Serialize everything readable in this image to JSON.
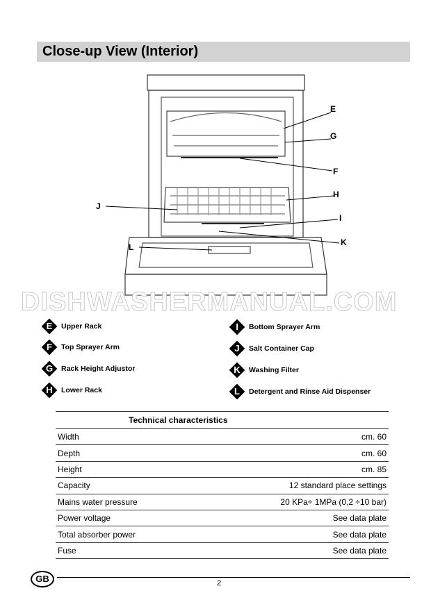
{
  "title": "Close-up View (Interior)",
  "watermark": "DISHWASHERMANUAL.COM",
  "callouts": [
    "E",
    "G",
    "F",
    "H",
    "I",
    "J",
    "K",
    "L"
  ],
  "legend_left": [
    {
      "letter": "E",
      "label": "Upper Rack"
    },
    {
      "letter": "F",
      "label": "Top Sprayer Arm"
    },
    {
      "letter": "G",
      "label": "Rack Height Adjustor"
    },
    {
      "letter": "H",
      "label": "Lower Rack"
    }
  ],
  "legend_right": [
    {
      "letter": "I",
      "label": "Bottom Sprayer Arm"
    },
    {
      "letter": "J",
      "label": "Salt Container Cap"
    },
    {
      "letter": "K",
      "label": "Washing Filter"
    },
    {
      "letter": "L",
      "label": "Detergent and Rinse Aid Dispenser"
    }
  ],
  "table": {
    "header": "Technical characteristics",
    "rows": [
      [
        "Width",
        "cm. 60"
      ],
      [
        "Depth",
        "cm.  60"
      ],
      [
        "Height",
        "cm.  85"
      ],
      [
        "Capacity",
        "12 standard place settings"
      ],
      [
        "Mains water pressure",
        "20 KPa÷ 1MPa  (0,2 ÷10 bar)"
      ],
      [
        "Power voltage",
        "See data plate"
      ],
      [
        "Total absorber power",
        "See data plate"
      ],
      [
        "Fuse",
        "See data plate"
      ]
    ]
  },
  "footer": {
    "badge": "GB",
    "page": "2"
  }
}
